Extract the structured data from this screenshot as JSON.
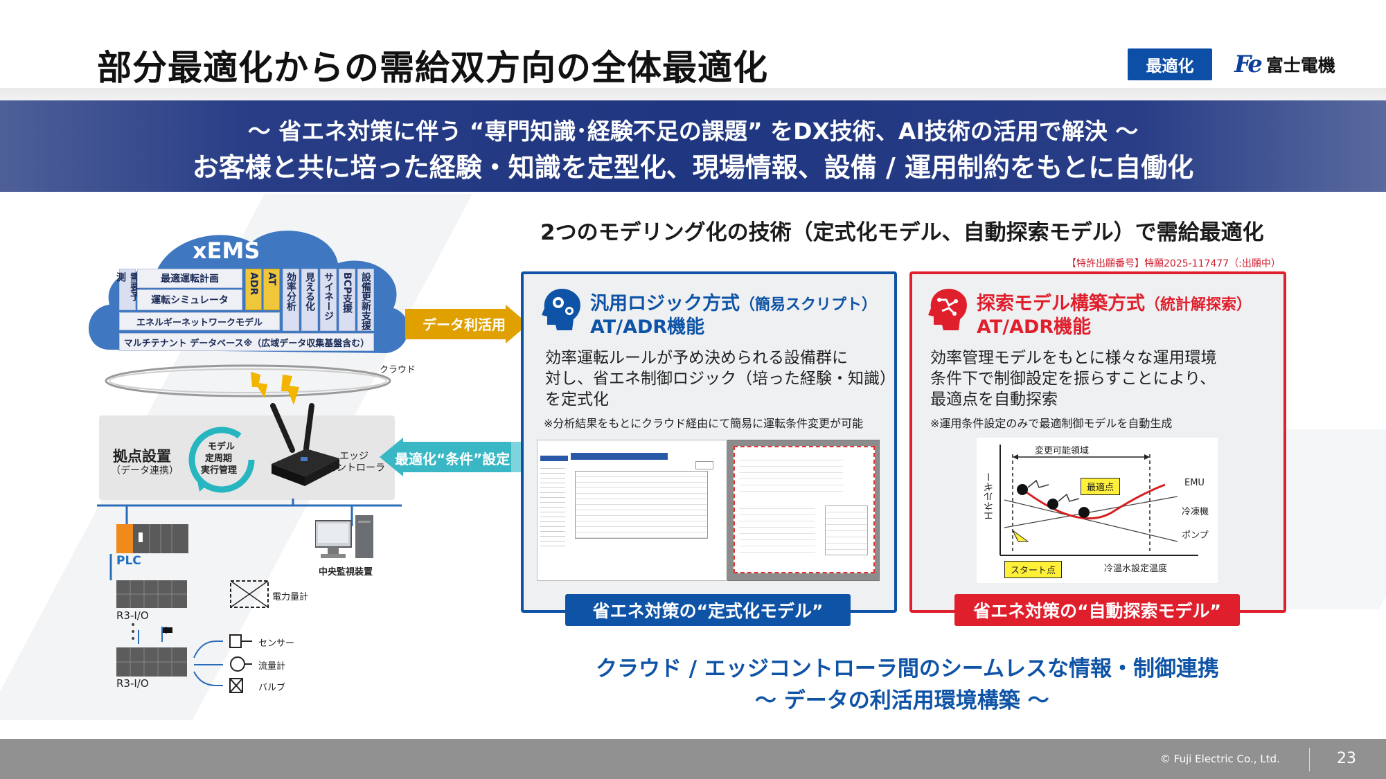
{
  "header": {
    "title": "部分最適化からの需給双方向の全体最適化",
    "tag": "最適化",
    "logo_mark": "Fe",
    "logo_name": "富士電機"
  },
  "banner": {
    "line1": "～ 省エネ対策に伴う “専門知識･経験不足の課題” をDX技術、AI技術の活用で解決 ～",
    "line2": "お客様と共に培った経験・知識を定型化、現場情報、設備 / 運用制約をもとに自働化"
  },
  "cloud": {
    "title": "xEMS",
    "vert_labels": [
      "需要予測",
      "ADR",
      "AT",
      "効率分析",
      "見える化",
      "サイネージ",
      "BCP支援",
      "設備更新支援"
    ],
    "rows": [
      "最適運転計画",
      "運転シミュレータ",
      "エネルギーネットワークモデル",
      "マルチテナント データベース※（広域データ収集基盤含む）"
    ],
    "label": "クラウド"
  },
  "arrows": {
    "data_use": "データ利活用",
    "condition": "最適化“条件”設定"
  },
  "site": {
    "title": "拠点設置",
    "subtitle": "（データ連携）",
    "cycle": [
      "モデル",
      "定周期",
      "実行管理"
    ],
    "edge": [
      "エッジ",
      "コントローラ"
    ],
    "plc": "PLC",
    "r3a": "R3-I/O",
    "r3b": "R3-I/O",
    "monitor": "中央監視装置",
    "meter": "電力量計",
    "sensor": "センサー",
    "flow": "流量計",
    "valve": "バルブ"
  },
  "main_heading": "2つのモデリング化の技術（定式化モデル、自動探索モデル）で需給最適化",
  "patent": "【特許出願番号】特願2025-117477（:出願中）",
  "left_panel": {
    "title1": "汎用ロジック方式",
    "title1b": "（簡易スクリプト）",
    "title2": "AT/ADR機能",
    "body": [
      "効率運転ルールが予め決められる設備群に",
      "対し、省エネ制御ロジック（培った経験・知識）",
      "を定式化"
    ],
    "note": "※分析結果をもとにクラウド経由にて簡易に運転条件変更が可能",
    "pill": "省エネ対策の“定式化モデル”",
    "color": "#0e53a6"
  },
  "right_panel": {
    "title1": "探索モデル構築方式",
    "title1b": "（統計解探索）",
    "title2": "AT/ADR機能",
    "body": [
      "効率管理モデルをもとに様々な運用環境",
      "条件下で制御設定を振らすことにより、",
      "最適点を自動探索"
    ],
    "note": "※運用条件設定のみで最適制御モデルを自動生成",
    "pill": "省エネ対策の“自動探索モデル”",
    "color": "#e01f2d"
  },
  "graph": {
    "range_label": "変更可能領域",
    "y_label": "エネルギー",
    "x_label": "冷温水設定温度",
    "optimum": "最適点",
    "start": "スタート点",
    "series": [
      "EMU",
      "冷凍機",
      "ポンプ"
    ]
  },
  "bottom": {
    "line1": "クラウド / エッジコントローラ間のシームレスな情報・制御連携",
    "line2": "～ データの利活用環境構築 ～"
  },
  "footer": {
    "copyright": "© Fuji Electric Co., Ltd.",
    "page": "23"
  },
  "colors": {
    "blue": "#0e53a6",
    "red": "#e01f2d",
    "banner": "#1f3680",
    "gold": "#e0a000",
    "teal": "#27b6c0"
  }
}
